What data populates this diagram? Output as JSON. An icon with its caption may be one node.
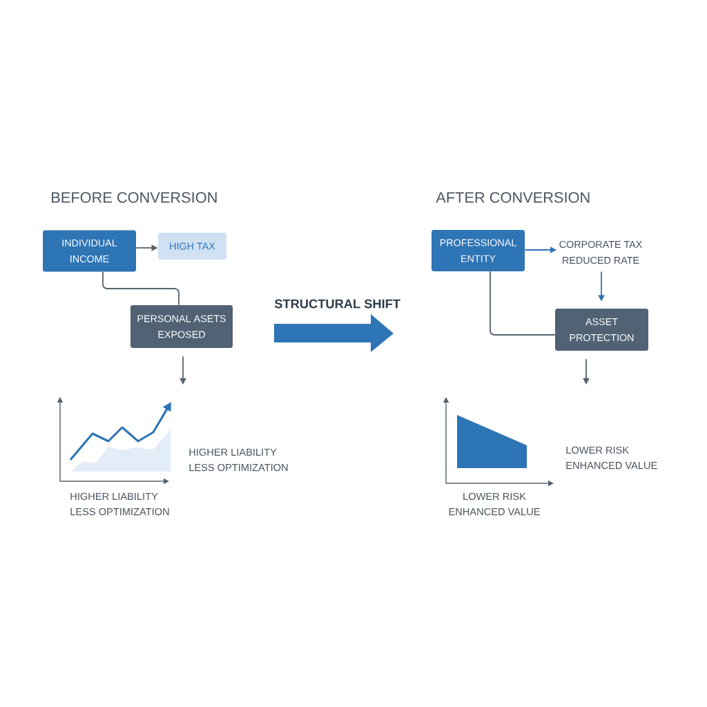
{
  "diagram": {
    "nodes": [
      {
        "text": [
          "INDIVIDUAL INCOME"
        ]
      },
      {
        "text": [
          "HIGH TAX"
        ]
      },
      {
        "text": [
          "PERSONAL ASETS EXPOSED"
        ]
      },
      {
        "text": [
          "PROFESSIONAL ENTITY"
        ]
      },
      {
        "text": [
          "CORPORATE TAX REDUCED RATE"
        ]
      },
      {
        "text": [
          "ASSET PROTECTION"
        ]
      }
    ],
    "edges": [
      {
        "from": 0,
        "to": 1,
        "arrow": "to"
      },
      {
        "from": 0,
        "to": 2,
        "arrow": "none"
      },
      {
        "from": 2,
        "to": null,
        "arrow": "to"
      },
      {
        "from": 3,
        "to": 4,
        "arrow": "to",
        "color": "#2e75b6"
      },
      {
        "from": 4,
        "to": 5,
        "arrow": "to",
        "color": "#2e75b6"
      },
      {
        "from": 3,
        "to": 5,
        "arrow": "none"
      },
      {
        "from": 5,
        "to": null,
        "arrow": "to"
      }
    ],
    "labels": [
      "BEFORE CONVERSION",
      "AFTER CONVERSION",
      "STRUCTURAL SHIFT",
      "HIGHER LIABILITY LESS OPTIMIZATION",
      "HIGHER LIABILITY LESS OPTIMIZATION",
      "LOWER RISK ENHANCED VALUE",
      "LOWER RISK ENHANCED VALUE"
    ]
  }
}
